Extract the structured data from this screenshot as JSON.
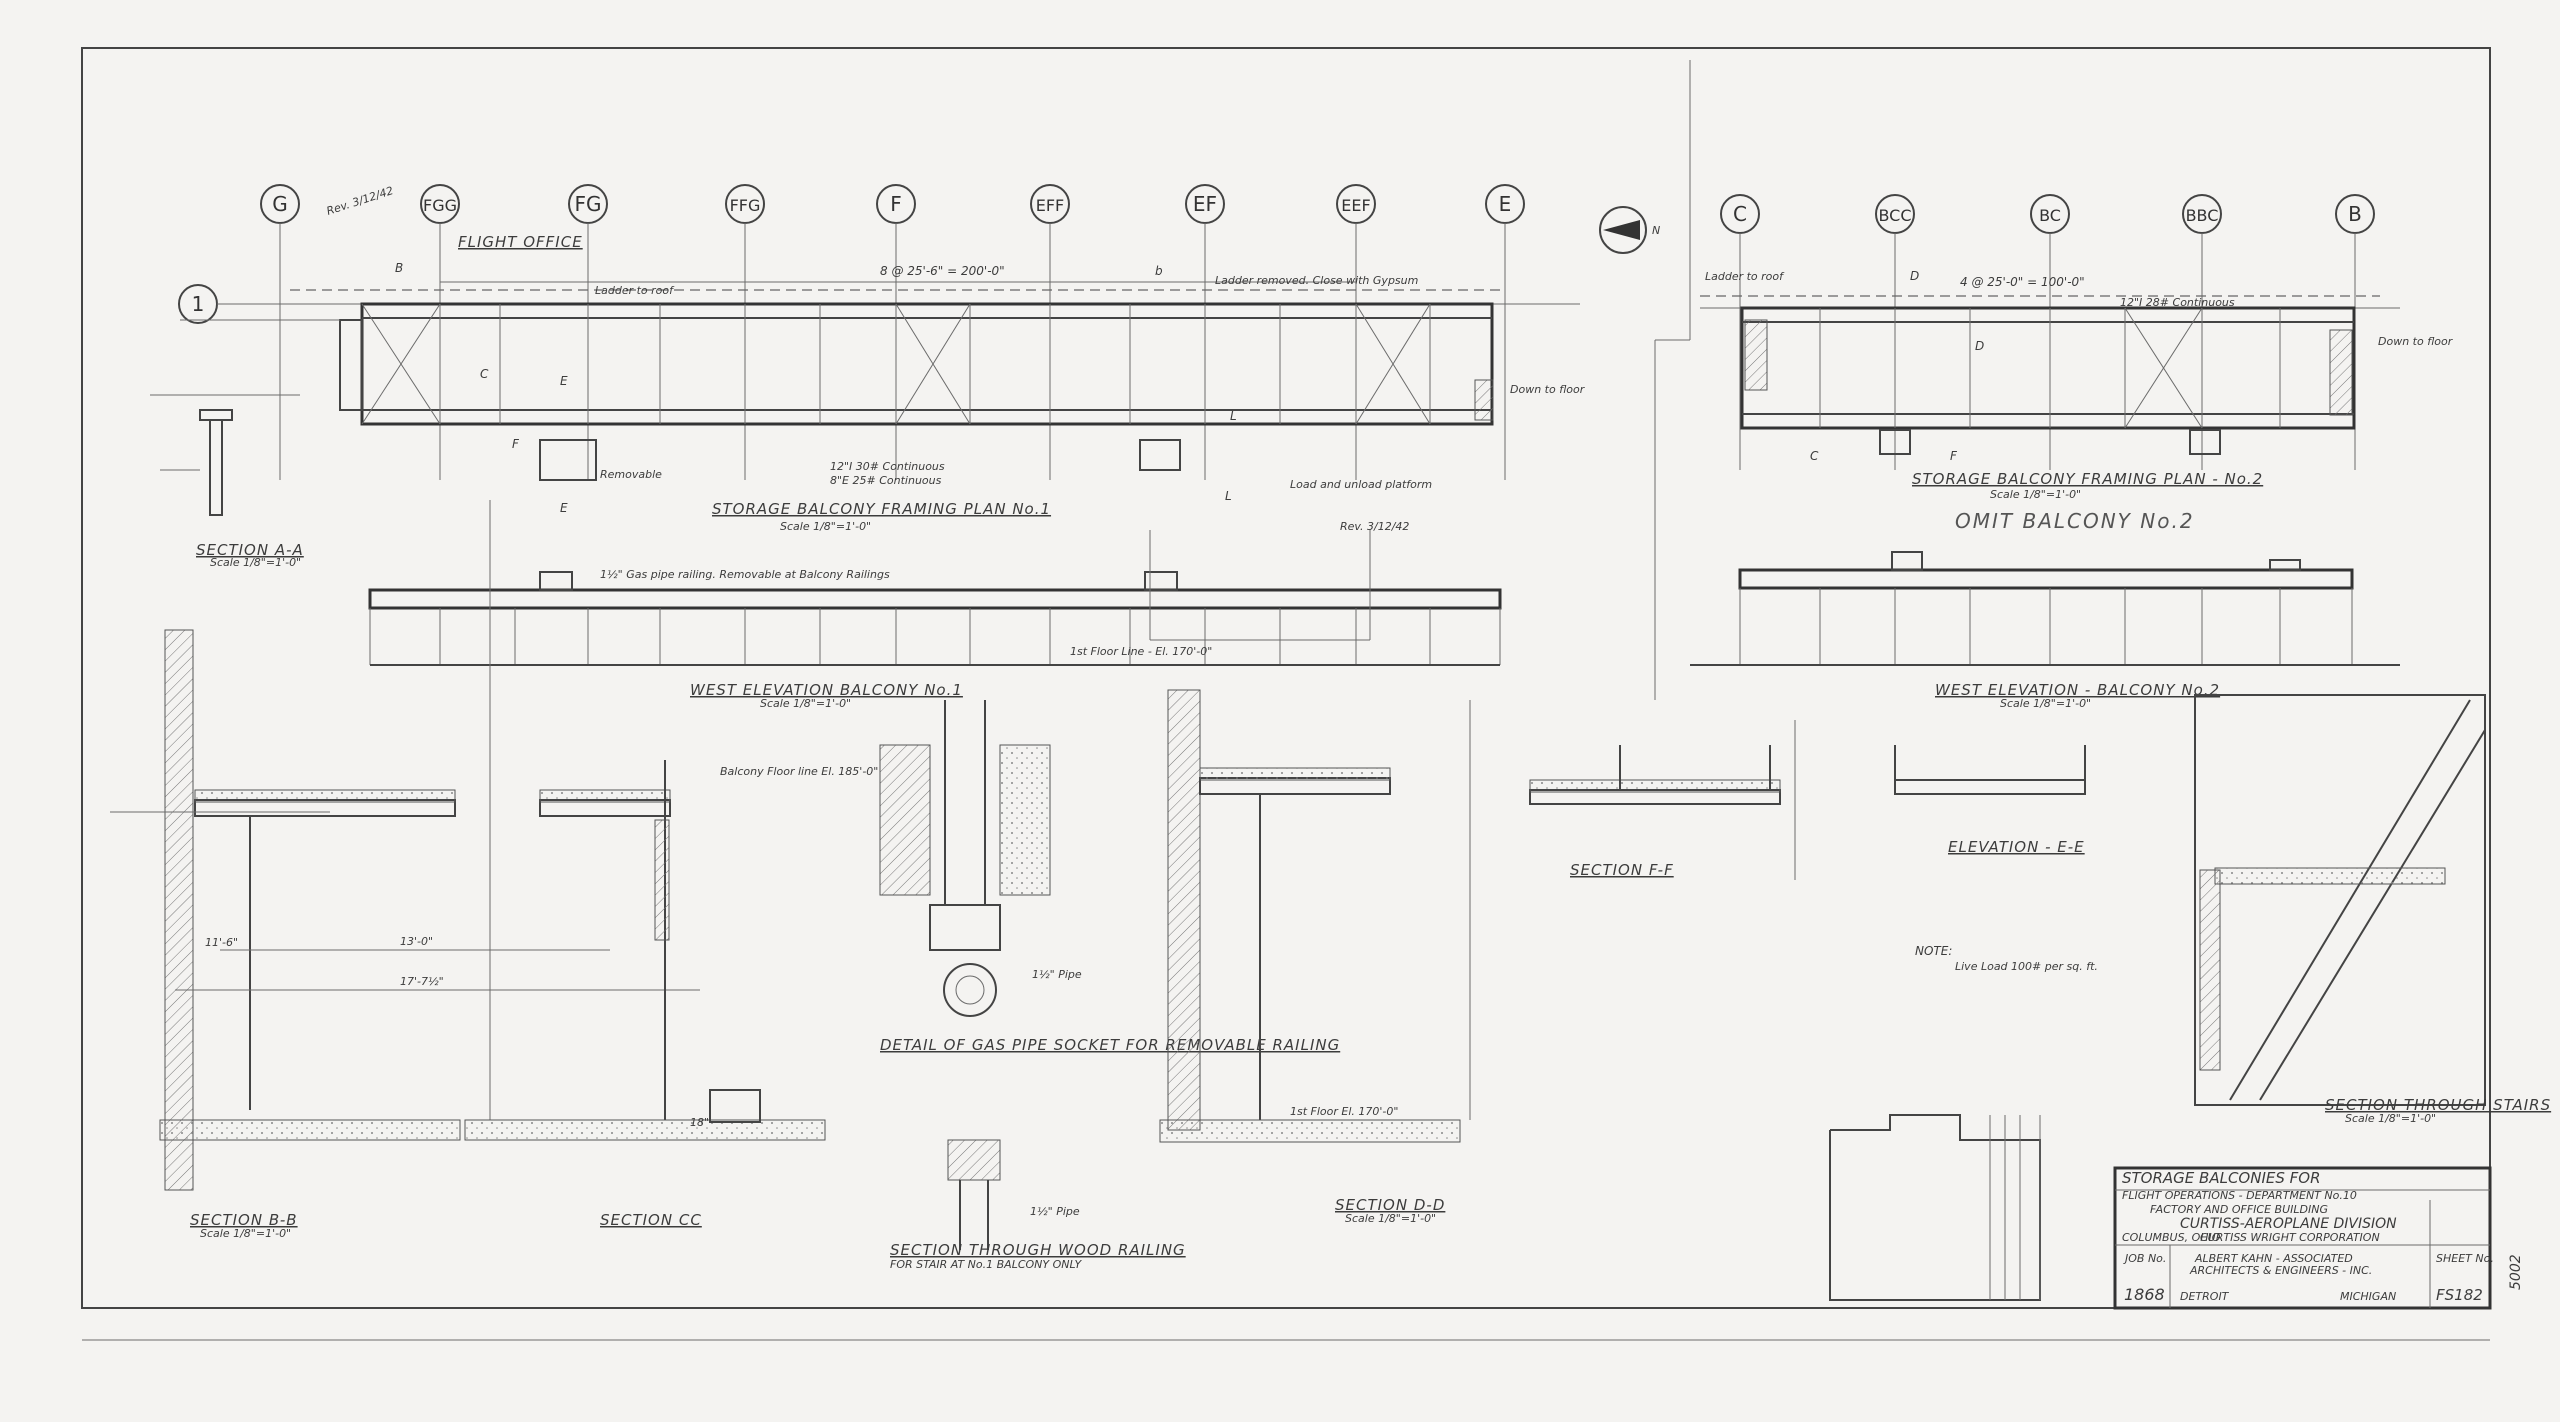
{
  "plan1": {
    "grid_labels": [
      "G",
      "FGG",
      "FG",
      "FFG",
      "F",
      "EFF",
      "EF",
      "EEF",
      "E"
    ],
    "row_label": "1",
    "flight_office": "FLIGHT OFFICE",
    "title": "STORAGE BALCONY FRAMING PLAN No.1",
    "scale": "Scale 1/8\"=1'-0\"",
    "dimension": "8 @ 25'-6\" = 200'-0\"",
    "revision": "Rev. 3/12/42",
    "notes": {
      "ladder_to_roof": "Ladder to roof",
      "ladder_removed": "Ladder removed. Close with Gypsum",
      "load_platform": "Load and unload platform",
      "continuous_1": "12\"I 30# Continuous",
      "continuous_2": "8\"E 25# Continuous",
      "removable": "Removable",
      "down_to_floor": "Down to floor"
    },
    "section_marks": [
      "B",
      "C",
      "E",
      "F",
      "L",
      "b"
    ]
  },
  "plan2": {
    "grid_labels": [
      "C",
      "BCC",
      "BC",
      "BBC",
      "B"
    ],
    "title": "STORAGE BALCONY FRAMING PLAN - No.2",
    "scale": "Scale 1/8\"=1'-0\"",
    "dimension": "4 @ 25'-0\" = 100'-0\"",
    "omit": "OMIT BALCONY No.2",
    "notes": {
      "ladder_to_roof": "Ladder to roof",
      "continuous": "12\"I 28# Continuous",
      "down_to_floor": "Down to floor"
    },
    "section_marks": [
      "C",
      "D",
      "F"
    ]
  },
  "elevations": {
    "west1": "WEST ELEVATION BALCONY No.1",
    "west2": "WEST ELEVATION - BALCONY No.2",
    "scale": "Scale 1/8\"=1'-0\"",
    "railing_note": "1½\" Gas pipe railing. Removable at Balcony Railings",
    "floor_level": "1st Floor Line - El. 170'-0\""
  },
  "sections": {
    "aa": "SECTION A-A",
    "bb": "SECTION B-B",
    "cc": "SECTION CC",
    "dd": "SECTION D-D",
    "ff": "SECTION F-F",
    "ee": "ELEVATION - E-E",
    "stairs": "SECTION THROUGH STAIRS",
    "railing": "SECTION THROUGH WOOD RAILING",
    "railing_sub": "FOR STAIR AT No.1 BALCONY ONLY",
    "socket": "DETAIL OF GAS PIPE SOCKET FOR REMOVABLE RAILING",
    "balcony_floor_line": "Balcony Floor line El. 185'-0\"",
    "first_floor": "1st Floor El. 170'-0\"",
    "pipe_note": "1½\" Pipe",
    "note_title": "NOTE:",
    "note_text": "Live Load 100# per sq. ft."
  },
  "dims": {
    "d_13_0": "13'-0\"",
    "d_17_7": "17'-7½\"",
    "d_18": "18\"",
    "d_11_6": "11'-6\""
  },
  "title_block": {
    "line1": "STORAGE BALCONIES FOR",
    "line2": "FLIGHT OPERATIONS - DEPARTMENT No.10",
    "line3": "FACTORY AND OFFICE BUILDING",
    "line4": "CURTISS-AEROPLANE DIVISION",
    "line5": "CURTISS WRIGHT CORPORATION",
    "line6": "COLUMBUS, OHIO",
    "firm1": "ALBERT KAHN - ASSOCIATED",
    "firm2": "ARCHITECTS & ENGINEERS - INC.",
    "job_label": "JOB No.",
    "job": "1868",
    "city": "DETROIT",
    "state": "MICHIGAN",
    "sheet_label": "SHEET No.",
    "sheet": "FS182"
  },
  "margin_number": "5002"
}
